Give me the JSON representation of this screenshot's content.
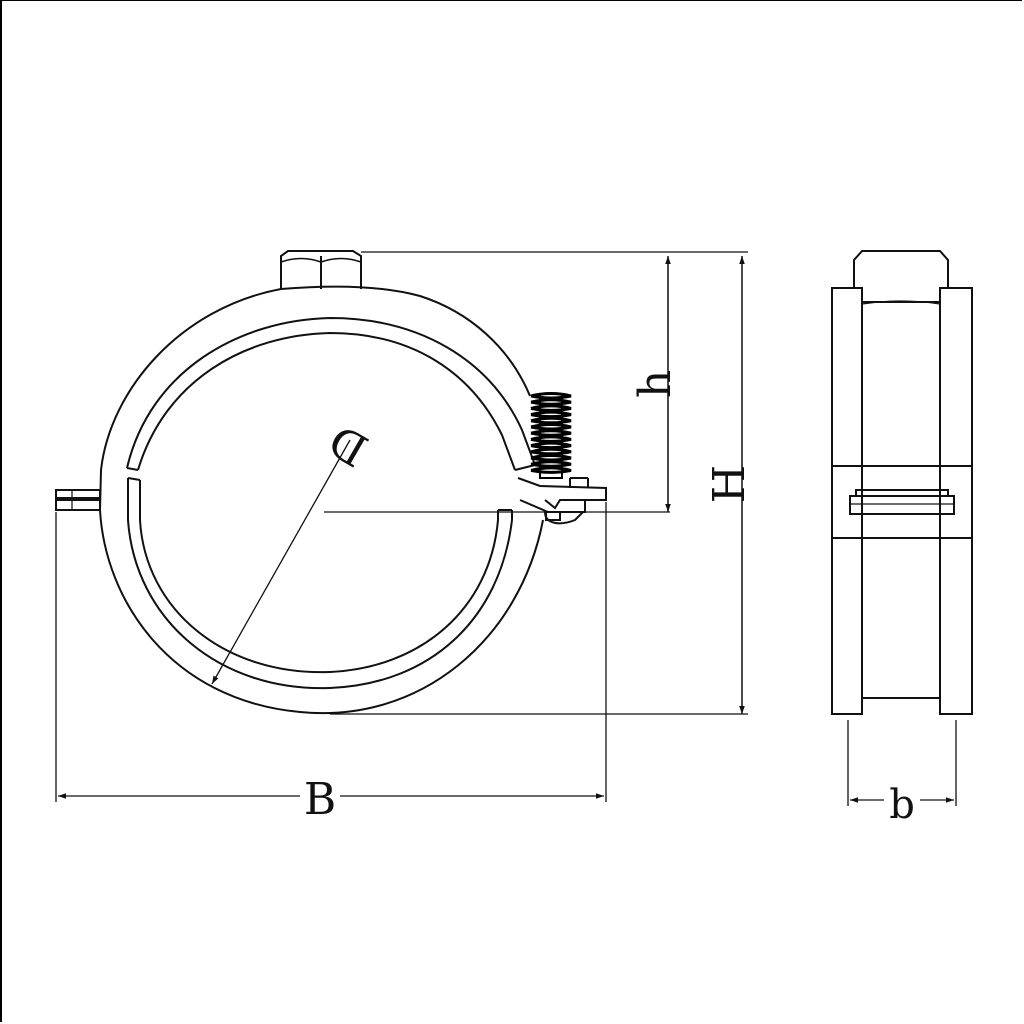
{
  "labels": {
    "D": "D",
    "h": "h",
    "H": "H",
    "B": "B",
    "b": "b"
  },
  "colors": {
    "line": "#111111",
    "background": "#ffffff",
    "thread": "#000000"
  }
}
